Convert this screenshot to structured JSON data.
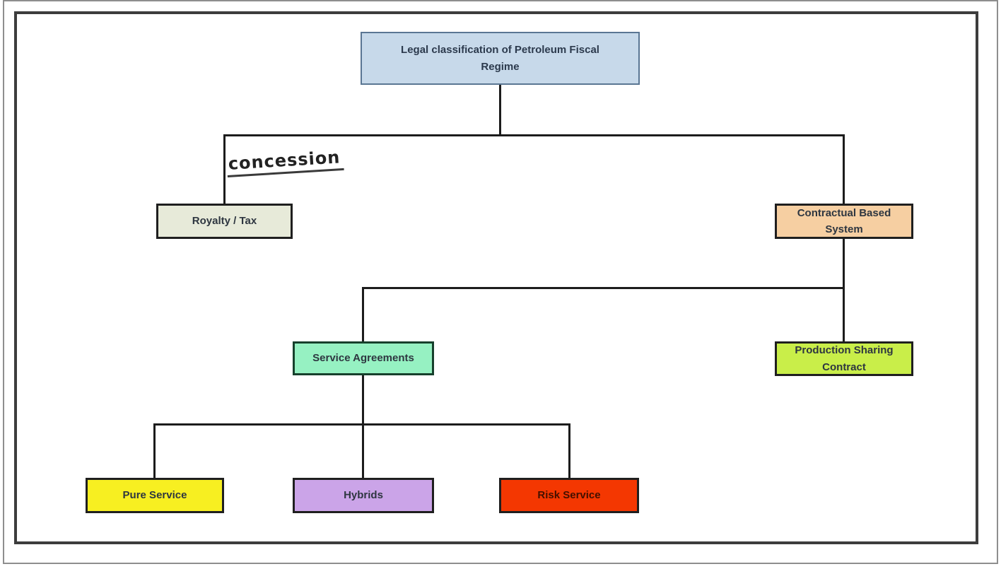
{
  "diagram": {
    "nodes": {
      "root": {
        "label": "Legal classification of Petroleum Fiscal Regime",
        "fill": "#c7d9ea",
        "border": "#5a7693"
      },
      "royalty_tax": {
        "label": "Royalty / Tax",
        "fill": "#e7ead9",
        "border": "#1f1f1f"
      },
      "contractual_based_system": {
        "label": "Contractual Based System",
        "fill": "#f6cfa2",
        "border": "#1f1f1f"
      },
      "service_agreements": {
        "label": "Service Agreements",
        "fill": "#96f1c2",
        "border": "#17402c"
      },
      "production_sharing_contract": {
        "label": "Production Sharing Contract",
        "fill": "#c9ee49",
        "border": "#1f1f1f"
      },
      "pure_service": {
        "label": "Pure Service",
        "fill": "#f7ef21",
        "border": "#1f1f1f"
      },
      "hybrids": {
        "label": "Hybrids",
        "fill": "#cba4e8",
        "border": "#1f1f1f"
      },
      "risk_service": {
        "label": "Risk Service",
        "fill": "#f43701",
        "border": "#1f1f1f",
        "text_color": "#431000"
      }
    },
    "annotation": {
      "label": "concession"
    },
    "connector_color": "#1c1c1c",
    "frame_border_color": "#3d3d3d",
    "outer_border_color": "#8e8e8e"
  }
}
